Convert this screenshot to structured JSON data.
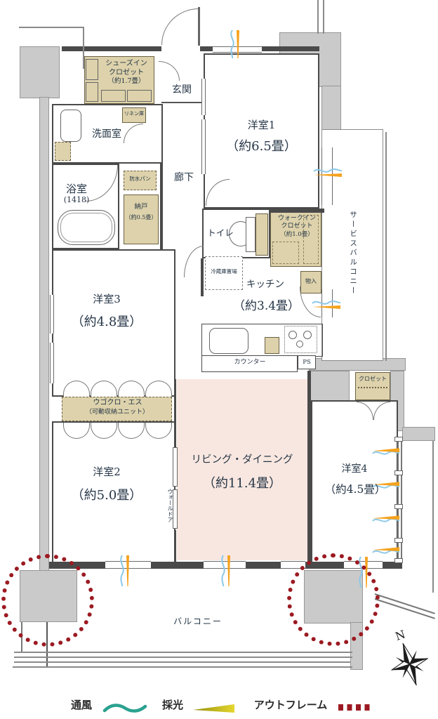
{
  "plan": {
    "genkan": "玄関",
    "sic1": "シューズイン",
    "sic2": "クロゼット",
    "sic3": "（約1.7畳）",
    "yoshitsu1": "洋室1",
    "yoshitsu1_size": "（約6.5畳）",
    "senmen": "洗面室",
    "linen": "リネン庫",
    "yokushitsu": "浴室",
    "yokushitsu_size": "(1418)",
    "bousui": "防水パン",
    "nando": "納戸",
    "nando_size": "（約0.5畳）",
    "rouka": "廊下",
    "toire": "トイレ",
    "wic1": "ウォークイン",
    "wic2": "クロゼット",
    "wic3": "（約1.0畳）",
    "reizouko": "冷蔵庫置場",
    "kitchen": "キッチン",
    "kitchen_size": "（約3.4畳）",
    "monoire": "物入",
    "counter": "カウンター",
    "ps": "PS",
    "yoshitsu3": "洋室3",
    "yoshitsu3_size": "（約4.8畳）",
    "ugokuro1": "ウゴクロ・エス",
    "ugokuro2": "（可動収納ユニット）",
    "yoshitsu2": "洋室2",
    "yoshitsu2_size": "（約5.0畳）",
    "walldoor": "ウォールドア",
    "living": "リビング・ダイニング",
    "living_size": "（約11.4畳）",
    "yoshitsu4": "洋室4",
    "yoshitsu4_size": "（約4.5畳）",
    "closet": "クロゼット",
    "service_balcony": "サービスバルコニー",
    "balcony": "バルコニー"
  },
  "legend": {
    "vent": "通風",
    "light": "採光",
    "outframe": "アウトフレーム"
  },
  "compass": {
    "north": "N"
  },
  "colors": {
    "accent_red": "#9c1a22",
    "vent_teal": "#2aa28f",
    "light_olive": "#bdb016",
    "light_orange": "#f5a21d",
    "vent_blue": "#8cc8e8",
    "tan": "#ddd2ab",
    "pink": "#f8e7e0",
    "gray": "#cacaca"
  }
}
